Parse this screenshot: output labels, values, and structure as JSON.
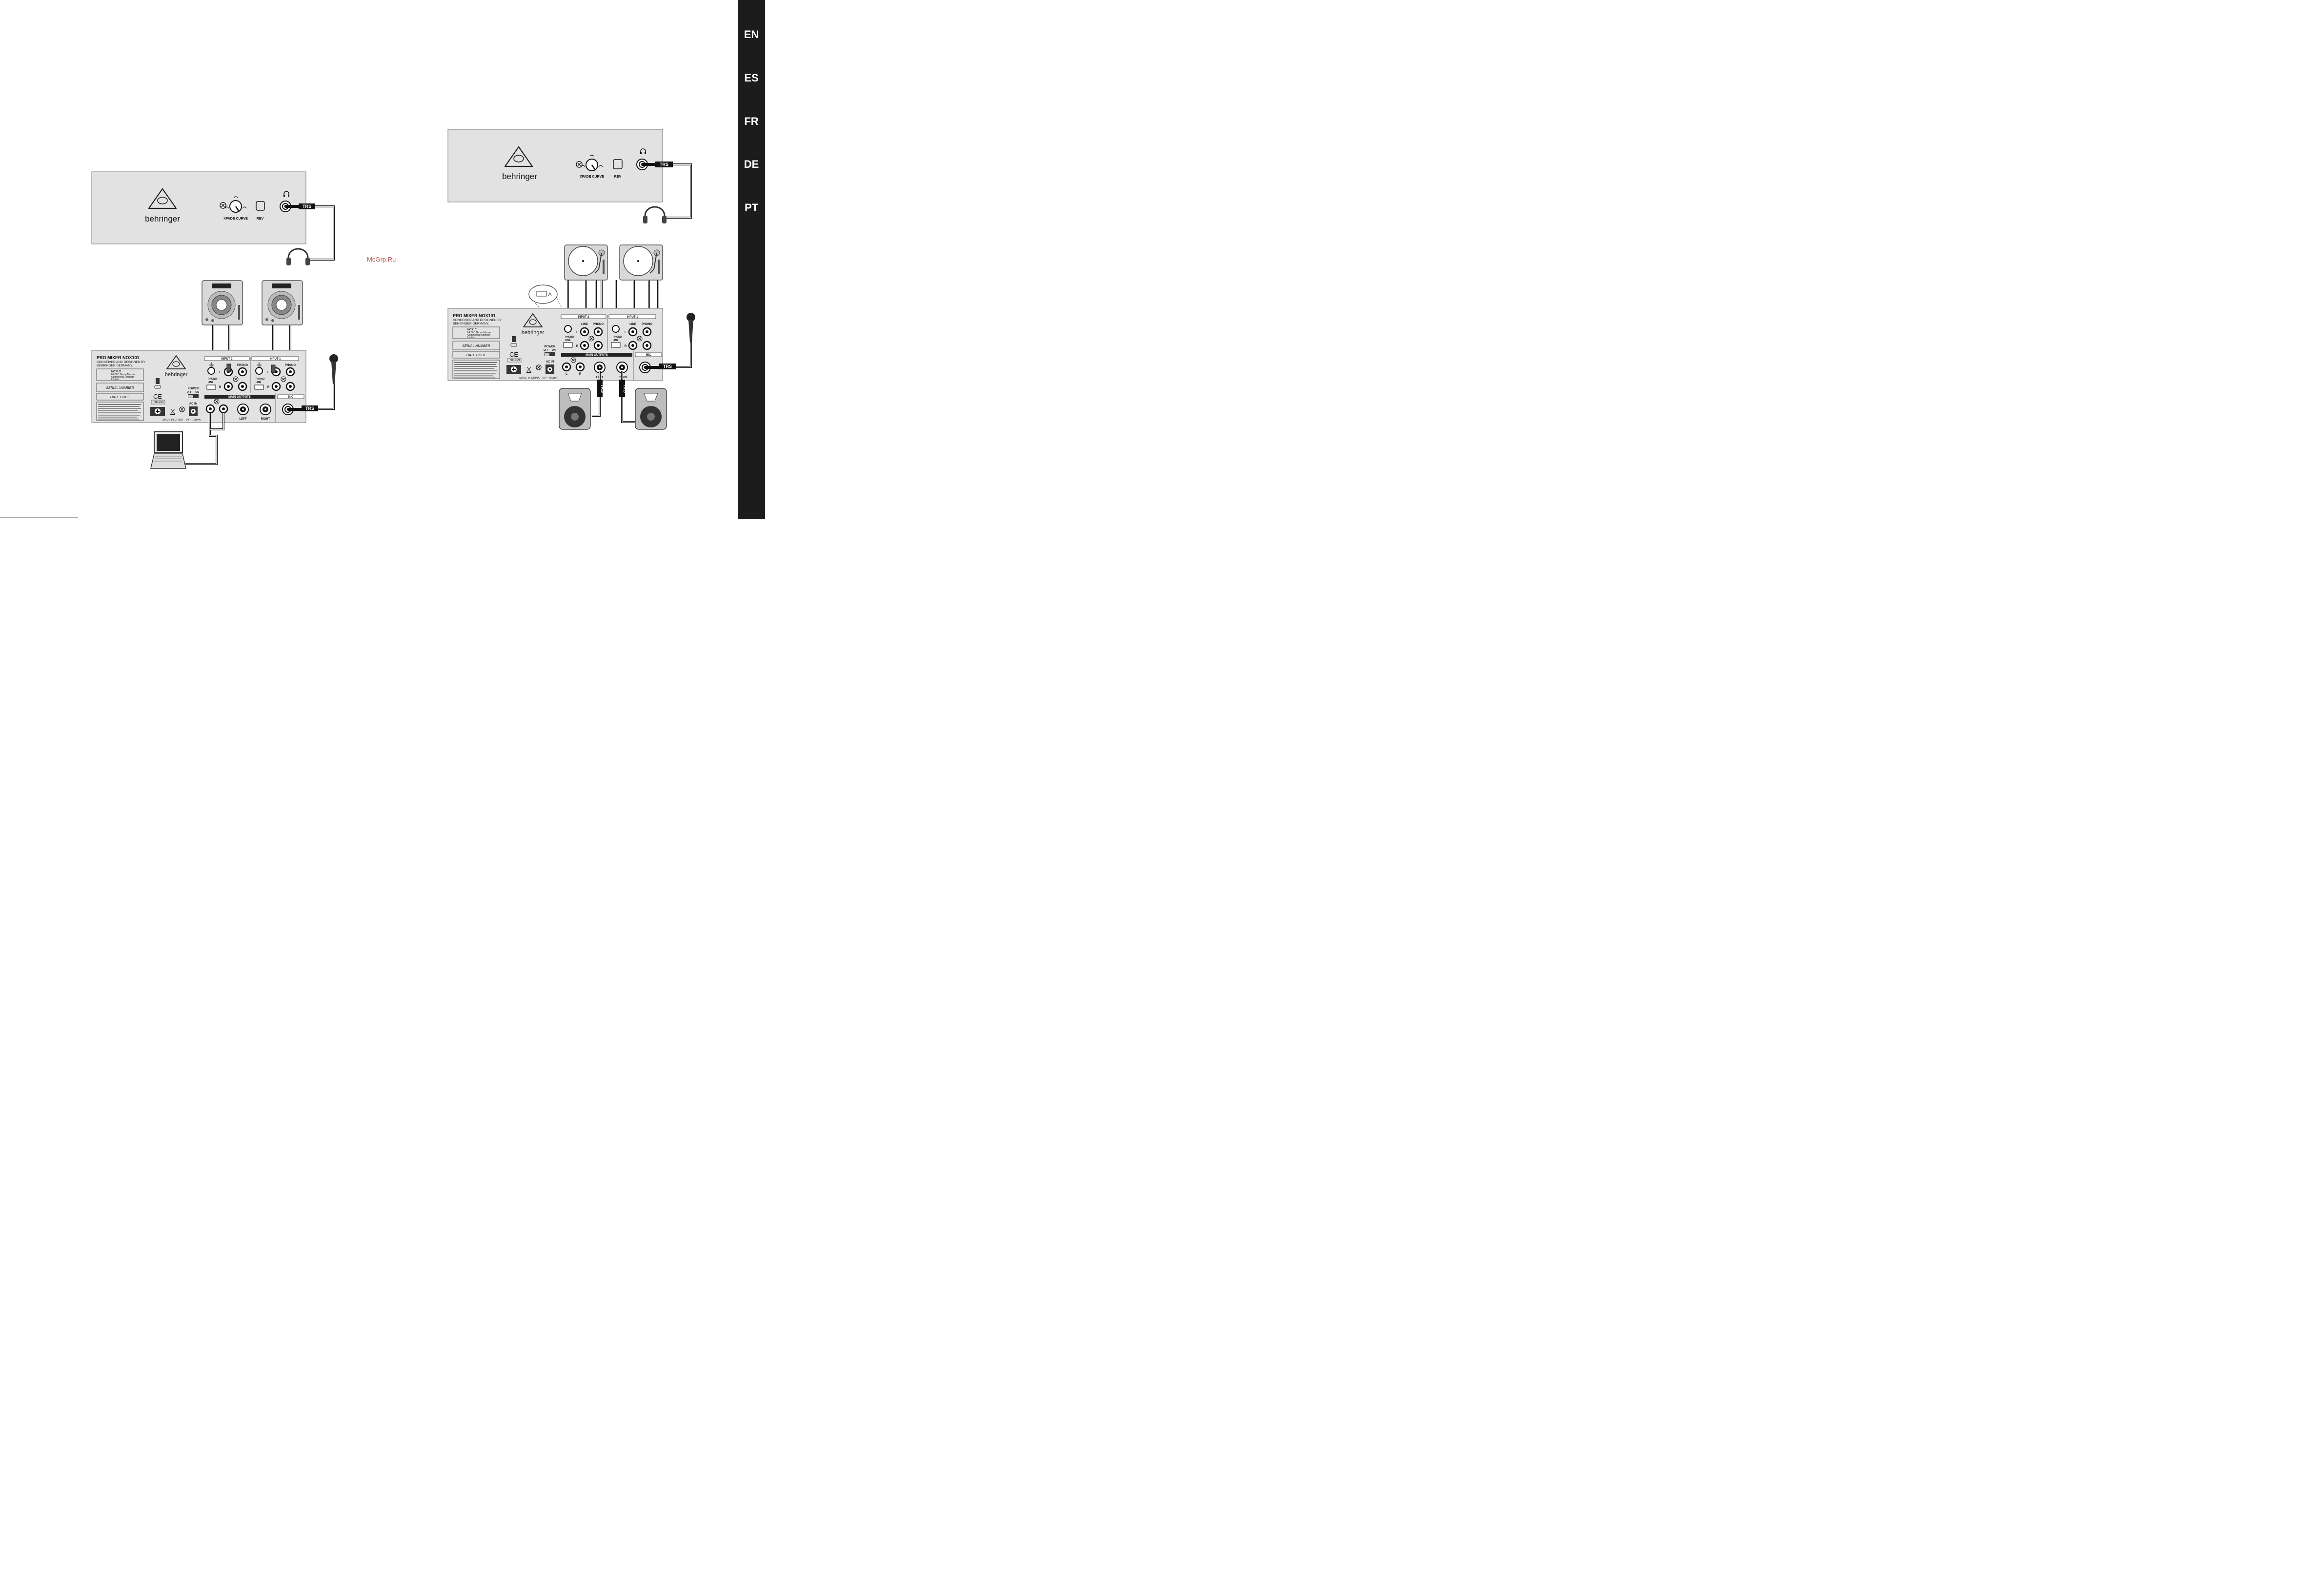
{
  "brand": "behringer",
  "watermark": "McGrp.Ru",
  "language_tabs": [
    "EN",
    "ES",
    "FR",
    "DE",
    "PT"
  ],
  "front_panel": {
    "xfade_label": "XFADE CURVE",
    "rev_label": "REV",
    "trs_label": "TRS"
  },
  "rear_panel": {
    "model": "PRO MIXER NOX101",
    "conceived_line1": "CONCEIVED AND DESIGNED BY",
    "conceived_line2": "BEHRINGER GERMANY.",
    "cn_model_line": "NOX101",
    "cn_maker_line1": "MUSIC Group Macao",
    "cn_maker_line2": "Commercial Offshore",
    "cn_maker_line3": "Limited",
    "serial_label": "SERIAL NUMBER",
    "date_label": "DATE CODE",
    "ce_mark": "CE",
    "cert_code": "N11999",
    "power_label": "POWER",
    "power_off": "OFF",
    "power_on": "ON",
    "ac_in_label": "AC IN",
    "ac_spec": "9V ~ 750mA",
    "made_in": "MADE IN CHINA",
    "input2_label": "INPUT 2",
    "input1_label": "INPUT 1",
    "phono_label": "PHONO",
    "line_label": "LINE",
    "phono_line_label": "PHONO",
    "main_outputs_label": "MAIN OUTPUTS",
    "mic_label": "MIC",
    "left_label": "LEFT",
    "right_label": "RIGHT",
    "l_label": "L",
    "r_label": "R",
    "trs_label": "TRS"
  }
}
